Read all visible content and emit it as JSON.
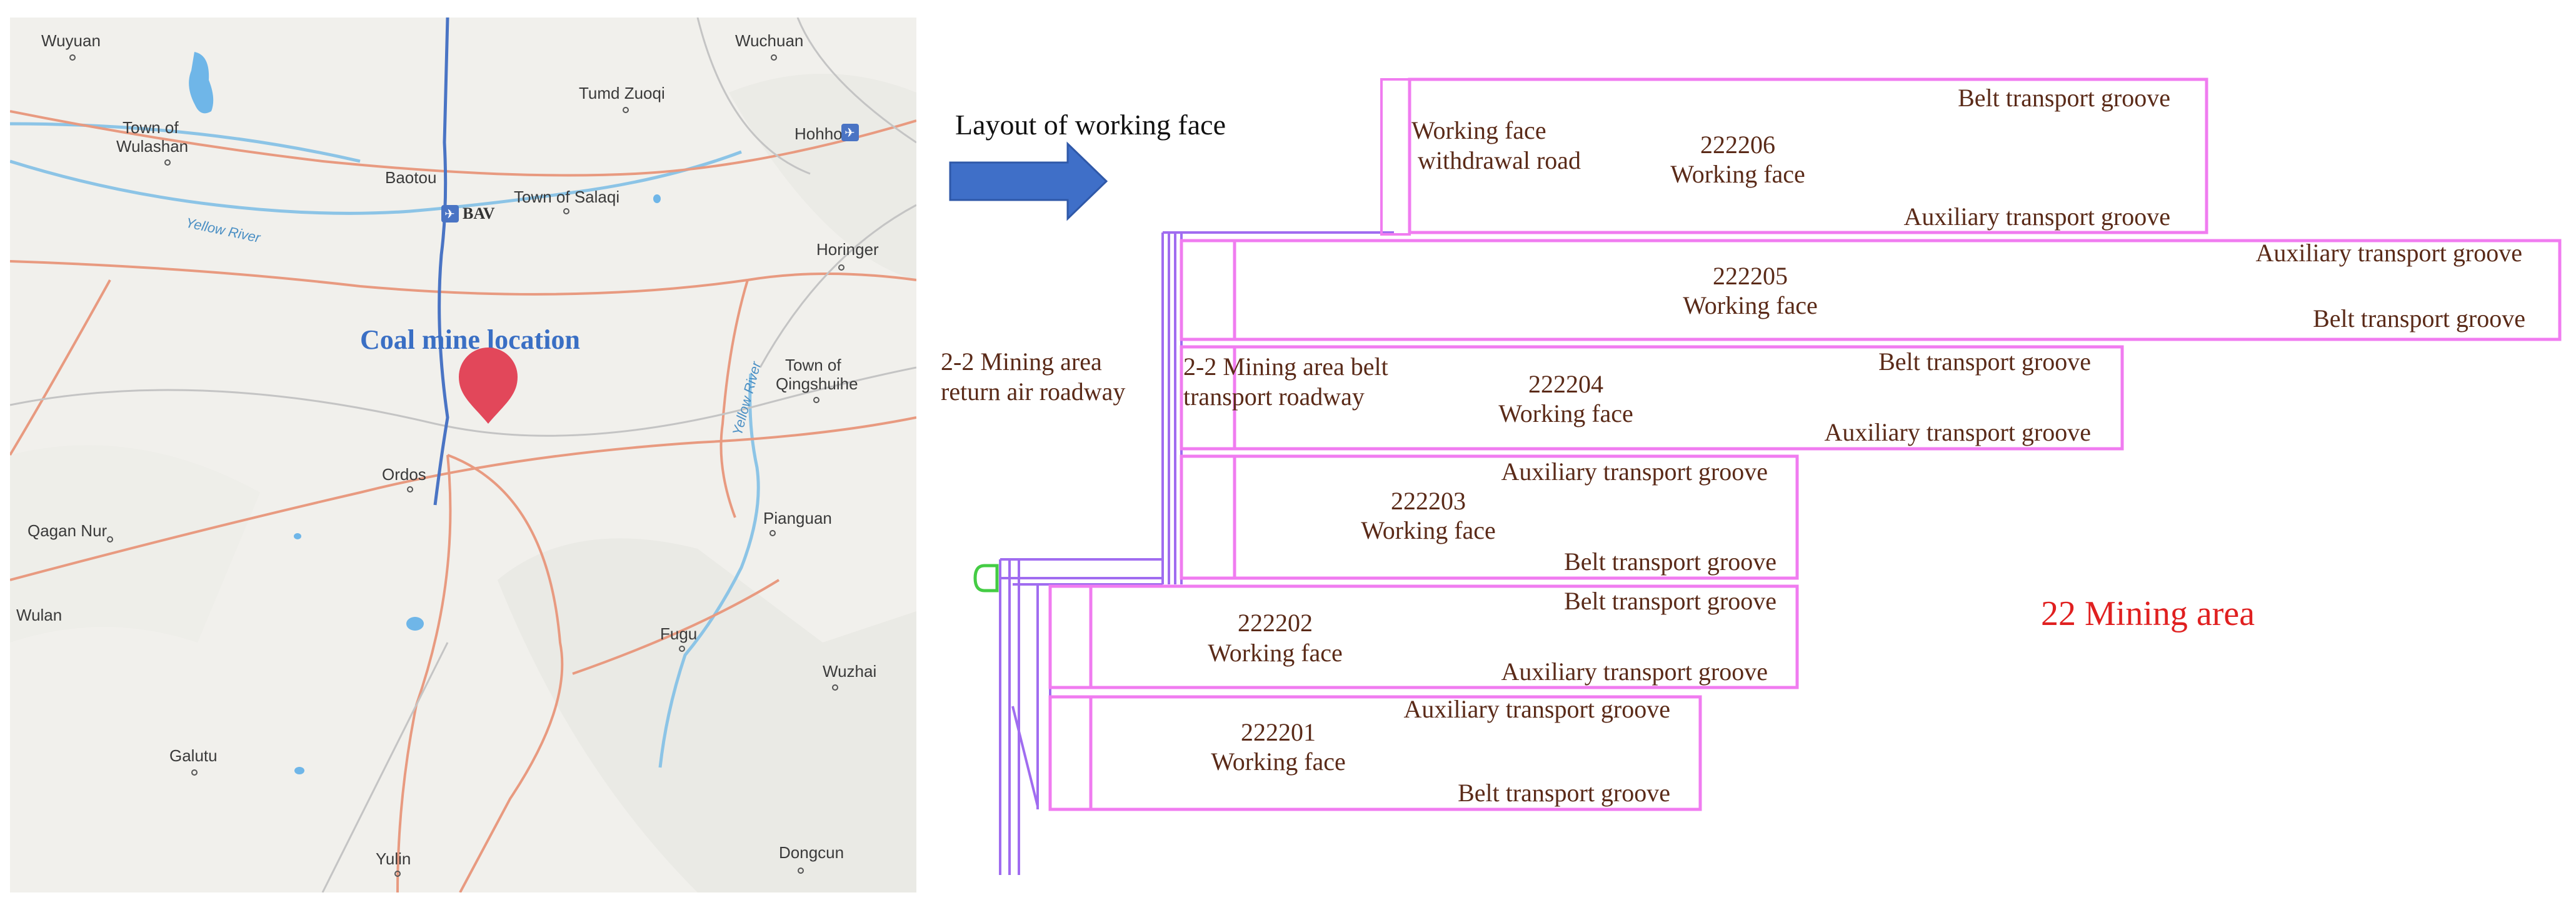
{
  "colors": {
    "map_bg": "#f1f0ec",
    "road": "#e89a80",
    "highway": "#4a74c4",
    "river": "#8cc4e6",
    "lake": "#6fb6e8",
    "marker": "#e2475a",
    "coal_label": "#3a6fc4",
    "arrow": "#3f6fc8",
    "face_outline": "#f07cf0",
    "roadway": "#a06cf0",
    "face_text": "#5a2a18",
    "mining_area": "#e02020",
    "green_stub": "#44cc44"
  },
  "map": {
    "coal_mine_label": "Coal mine location",
    "airport_code": "BAV",
    "places": {
      "wuyuan": "Wuyuan",
      "wuchuan": "Wuchuan",
      "tumd_zuoqi": "Tumd Zuoqi",
      "town_of_wulashan_1": "Town of",
      "town_of_wulashan_2": "Wulashan",
      "hohhot": "Hohhot",
      "baotou": "Baotou",
      "town_of_salaqi": "Town of Salaqi",
      "horinger": "Horinger",
      "town_of_qingshuihe_1": "Town of",
      "town_of_qingshuihe_2": "Qingshuihe",
      "ordos": "Ordos",
      "qagan_nur": "Qagan Nur",
      "pianguan": "Pianguan",
      "wulan": "Wulan",
      "fugu": "Fugu",
      "wuzhai": "Wuzhai",
      "galutu": "Galutu",
      "yulin": "Yulin",
      "dongcun": "Dongcun"
    },
    "rivers": {
      "yellow_river_west": "Yellow River",
      "yellow_river_east": "Yellow River"
    }
  },
  "arrow_title": "Layout of working face",
  "layout": {
    "withdrawal_road_1": "Working face",
    "withdrawal_road_2": "withdrawal road",
    "return_air_1": "2-2 Mining area",
    "return_air_2": "return air roadway",
    "belt_roadway_1": "2-2 Mining area belt",
    "belt_roadway_2": "transport roadway",
    "mining_area": "22 Mining area",
    "faces": [
      {
        "id": "222206",
        "name": "Working face",
        "groove_top": "Belt transport groove",
        "groove_bottom": "Auxiliary transport groove"
      },
      {
        "id": "222205",
        "name": "Working face",
        "groove_top": "Auxiliary transport groove",
        "groove_bottom": "Belt transport groove"
      },
      {
        "id": "222204",
        "name": "Working face",
        "groove_top": "Belt transport groove",
        "groove_bottom": "Auxiliary transport groove"
      },
      {
        "id": "222203",
        "name": "Working face",
        "groove_top": "Auxiliary transport groove",
        "groove_bottom": "Belt transport groove"
      },
      {
        "id": "222202",
        "name": "Working face",
        "groove_top": "Belt transport groove",
        "groove_bottom": "Auxiliary transport groove"
      },
      {
        "id": "222201",
        "name": "Working face",
        "groove_top": "Auxiliary transport groove",
        "groove_bottom": "Belt transport groove"
      }
    ]
  }
}
